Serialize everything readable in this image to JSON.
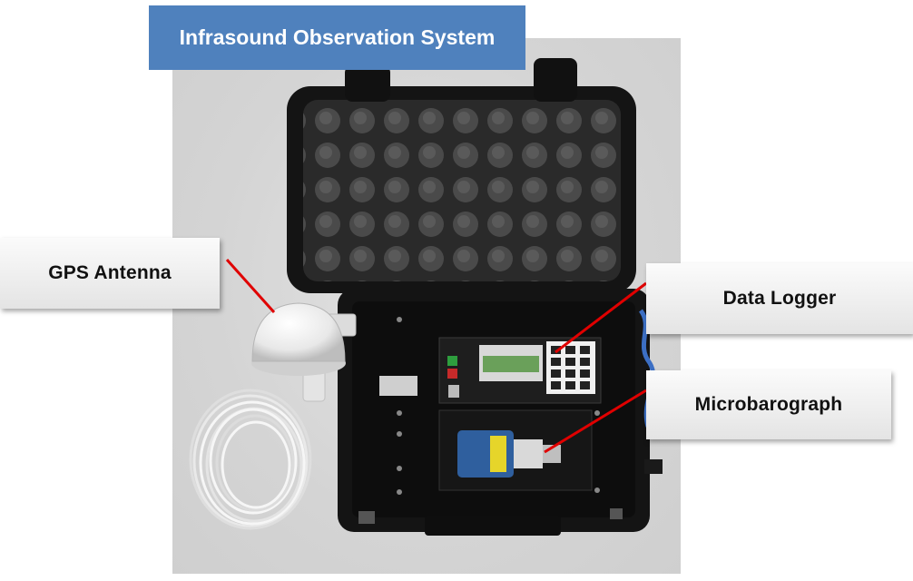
{
  "title": "Infrasound Observation System",
  "labels": {
    "gps": "GPS Antenna",
    "logger": "Data Logger",
    "baro": "Microbarograph"
  },
  "colors": {
    "title_bg": "#4f81bd",
    "pointer": "#e00000",
    "case": "#1a1a1a"
  }
}
